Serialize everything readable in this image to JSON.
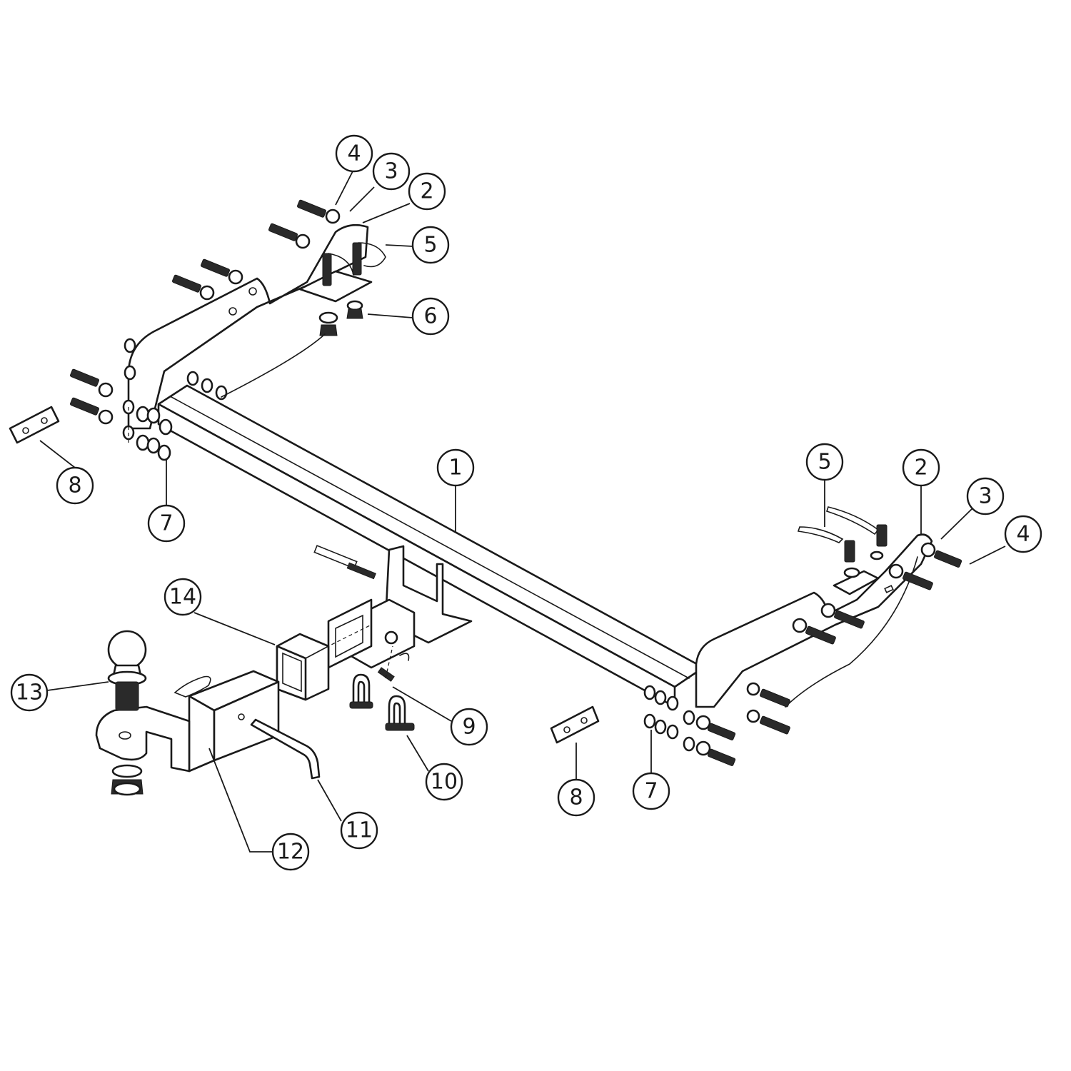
{
  "diagram": {
    "callouts": [
      {
        "id": "c4a",
        "label": "4"
      },
      {
        "id": "c3a",
        "label": "3"
      },
      {
        "id": "c2a",
        "label": "2"
      },
      {
        "id": "c5a",
        "label": "5"
      },
      {
        "id": "c6",
        "label": "6"
      },
      {
        "id": "c8a",
        "label": "8"
      },
      {
        "id": "c7a",
        "label": "7"
      },
      {
        "id": "c1",
        "label": "1"
      },
      {
        "id": "c5b",
        "label": "5"
      },
      {
        "id": "c2b",
        "label": "2"
      },
      {
        "id": "c3b",
        "label": "3"
      },
      {
        "id": "c4b",
        "label": "4"
      },
      {
        "id": "c14",
        "label": "14"
      },
      {
        "id": "c13",
        "label": "13"
      },
      {
        "id": "c9",
        "label": "9"
      },
      {
        "id": "c10",
        "label": "10"
      },
      {
        "id": "c11",
        "label": "11"
      },
      {
        "id": "c12",
        "label": "12"
      },
      {
        "id": "c8b",
        "label": "8"
      },
      {
        "id": "c7b",
        "label": "7"
      }
    ]
  }
}
